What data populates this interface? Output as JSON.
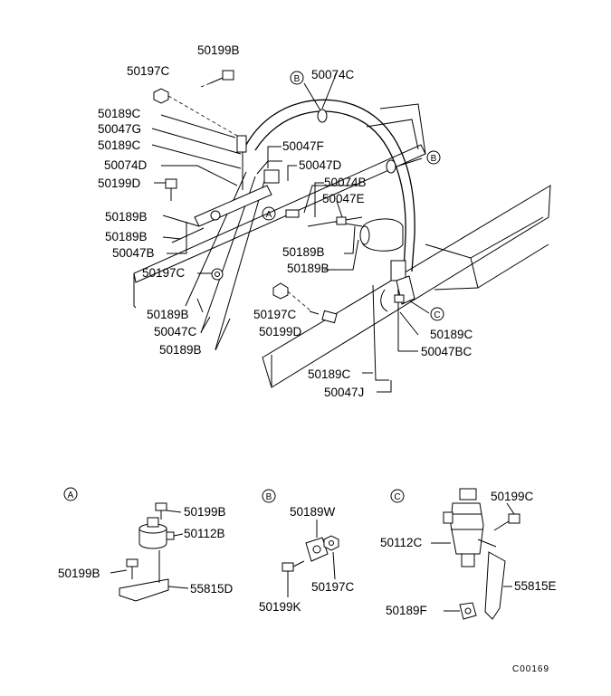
{
  "main": {
    "labels": {
      "p50199B_top": "50199B",
      "p50197C_top": "50197C",
      "p50074C": "50074C",
      "p50189C_1": "50189C",
      "p50047G": "50047G",
      "p50189C_2": "50189C",
      "p50074D": "50074D",
      "p50199D_left": "50199D",
      "p50047F": "50047F",
      "p50047D": "50047D",
      "p50074B": "50074B",
      "p50047E": "50047E",
      "p50189B_1": "50189B",
      "p50189B_2": "50189B",
      "p50047B": "50047B",
      "p50197C_mid": "50197C",
      "p50189B_c1": "50189B",
      "p50189B_c2": "50189B",
      "p50189B_b1": "50189B",
      "p50047C": "50047C",
      "p50189B_b2": "50189B",
      "p50197C_low": "50197C",
      "p50199D_low": "50199D",
      "p50189C_r": "50189C",
      "p50047BC": "50047BC",
      "p50189C_low": "50189C",
      "p50047J": "50047J"
    },
    "callouts": {
      "a": "A",
      "b1": "B",
      "b2": "B",
      "c": "C"
    }
  },
  "detail_a": {
    "marker": "A",
    "labels": {
      "p50199B_1": "50199B",
      "p50112B": "50112B",
      "p50199B_2": "50199B",
      "p55815D": "55815D"
    }
  },
  "detail_b": {
    "marker": "B",
    "labels": {
      "p50189W": "50189W",
      "p50197C": "50197C",
      "p50199K": "50199K"
    }
  },
  "detail_c": {
    "marker": "C",
    "labels": {
      "p50199C": "50199C",
      "p50112C": "50112C",
      "p55815E": "55815E",
      "p50189F": "50189F"
    }
  },
  "figure_code": "C00169"
}
